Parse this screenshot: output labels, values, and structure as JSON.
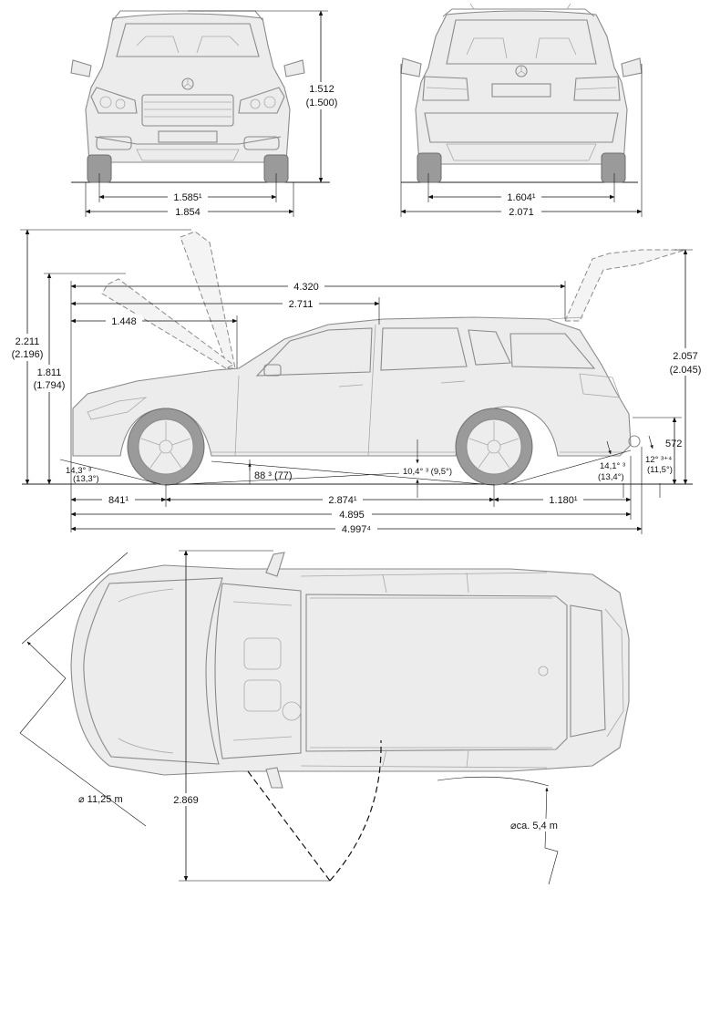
{
  "front_view": {
    "height": "1.512",
    "height_alt": "(1.500)",
    "track": "1.585¹",
    "width": "1.854"
  },
  "rear_view": {
    "track": "1.604¹",
    "width": "2.071"
  },
  "side_view": {
    "height_hood_open": "2.211",
    "height_hood_open_alt": "(2.196)",
    "height": "1.811",
    "height_alt": "(1.794)",
    "length_body": "4.320",
    "front_to_b_pillar": "2.711",
    "front_to_hood_hinge": "1.448",
    "tailgate_open_height": "2.057",
    "tailgate_open_height_alt": "(2.045)",
    "approach_angle": "14,3° ³",
    "approach_angle_alt": "(13,3°)",
    "ground_clearance": "88 ³ (77)",
    "ramp_angle": "10,4° ³ (9,5°)",
    "departure_angle": "14,1° ³",
    "departure_angle_alt": "(13,4°)",
    "loading_sill_height": "572",
    "tailgate_angle": "12° ³⁺⁴",
    "tailgate_angle_alt": "(11,5°)",
    "front_overhang": "841¹",
    "wheelbase": "2.874¹",
    "rear_overhang": "1.180¹",
    "length": "4.895",
    "length_with_hitch": "4.997⁴"
  },
  "top_view": {
    "turning_circle": "⌀ 11,25 m",
    "door_swing": "2.869",
    "tailgate_swing": "⌀ca. 5,4 m"
  }
}
